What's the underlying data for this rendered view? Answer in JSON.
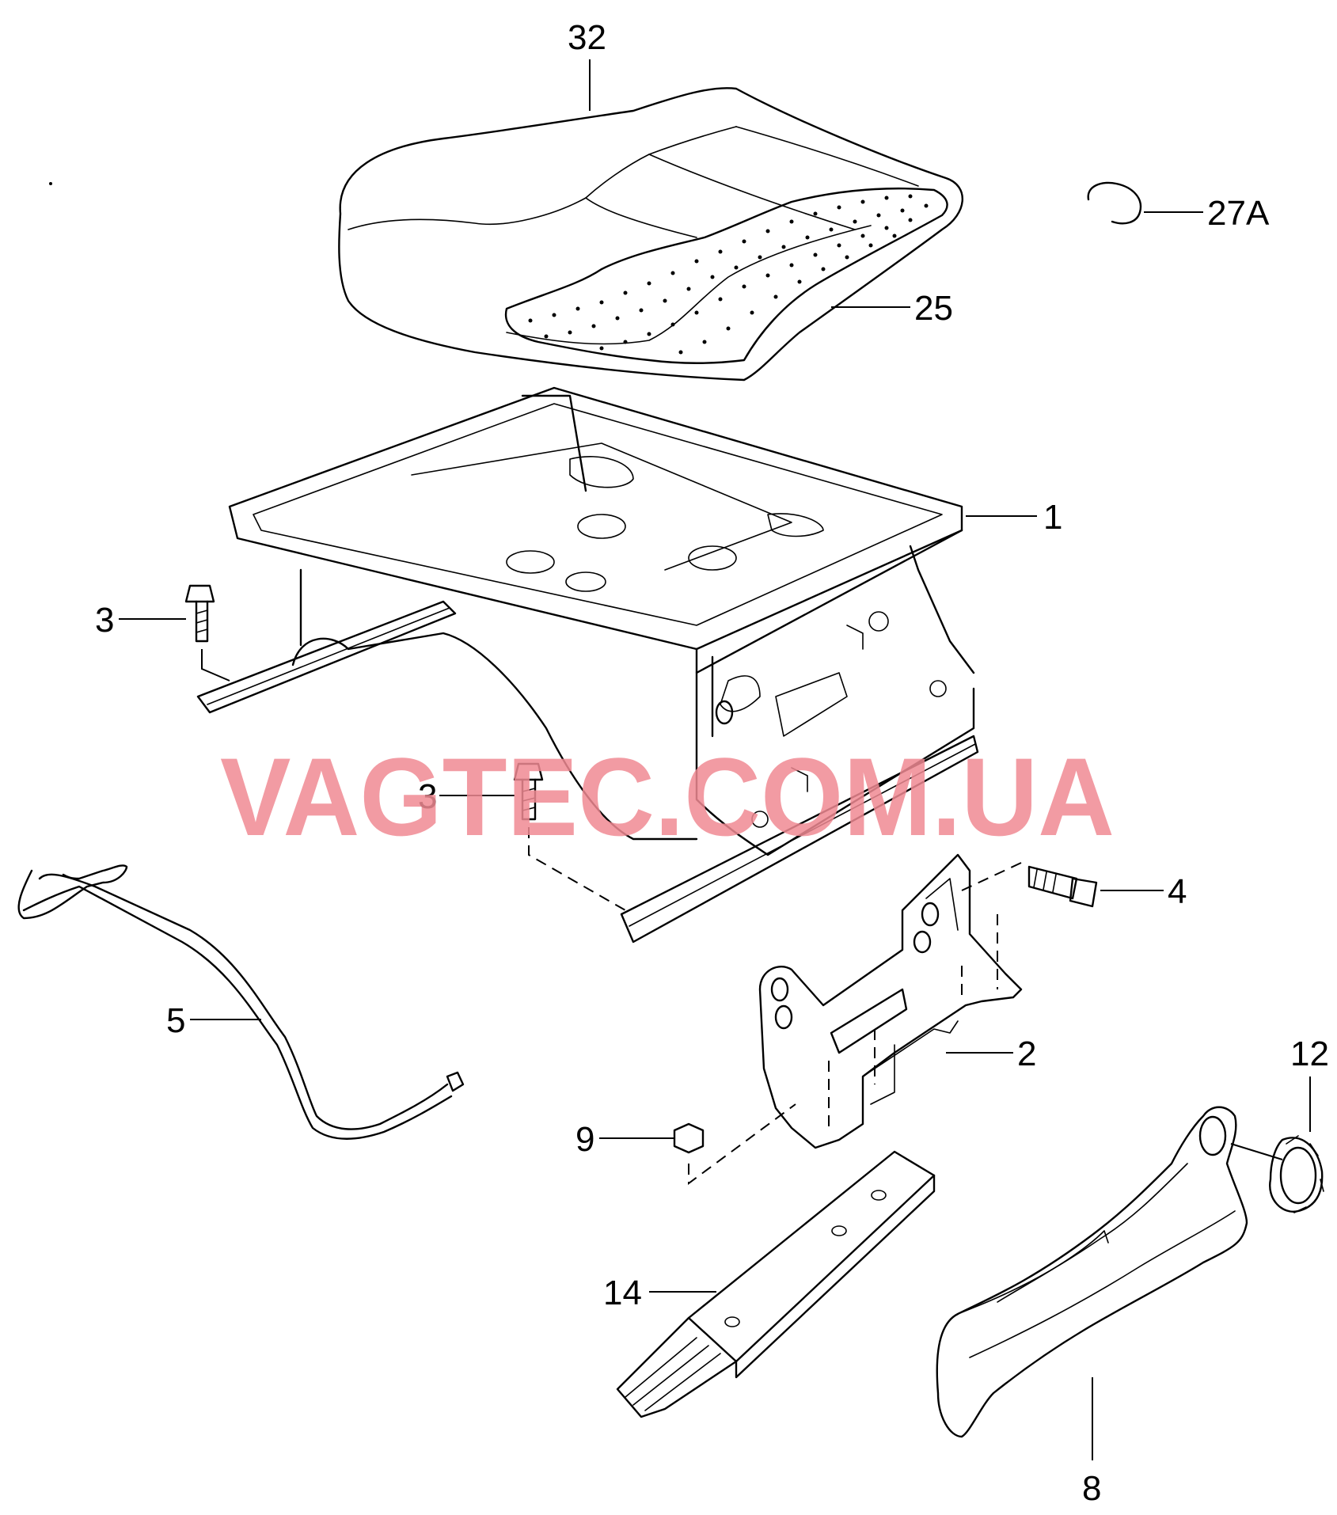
{
  "watermark": "VAGTEC.COM.UA",
  "colors": {
    "line": "#000000",
    "watermark": "#f08a93",
    "background": "#ffffff"
  },
  "callouts": {
    "cushion_cover": "32",
    "clip": "27A",
    "cushion_padding": "25",
    "seat_frame": "1",
    "bolt_left": "3",
    "bolt_center": "3",
    "bolt_right": "4",
    "adjust_bar": "5",
    "bracket": "2",
    "knob": "12",
    "nut": "9",
    "slide_rail": "14",
    "side_trim": "8"
  }
}
